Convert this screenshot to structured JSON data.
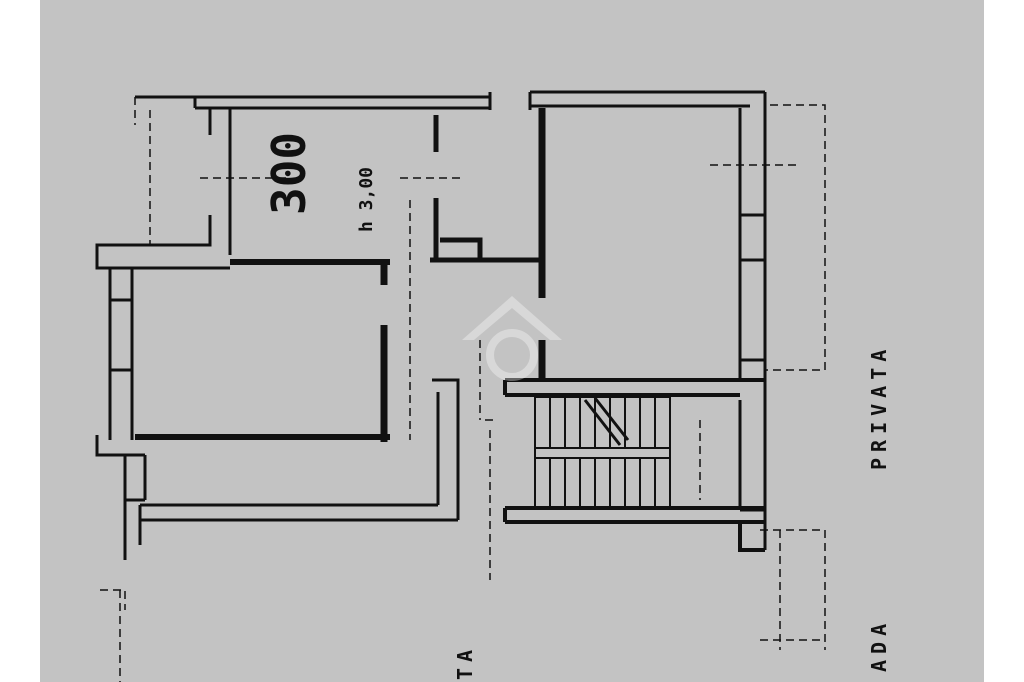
{
  "plan": {
    "room_number": "300",
    "ceiling_height": "h 3,00",
    "label_right": "PRIVATA",
    "label_right_bottom": "ADA",
    "label_bottom": "TA"
  },
  "colors": {
    "paper": "#c3c3c3",
    "ink": "#111111",
    "margin": "#ffffff"
  }
}
